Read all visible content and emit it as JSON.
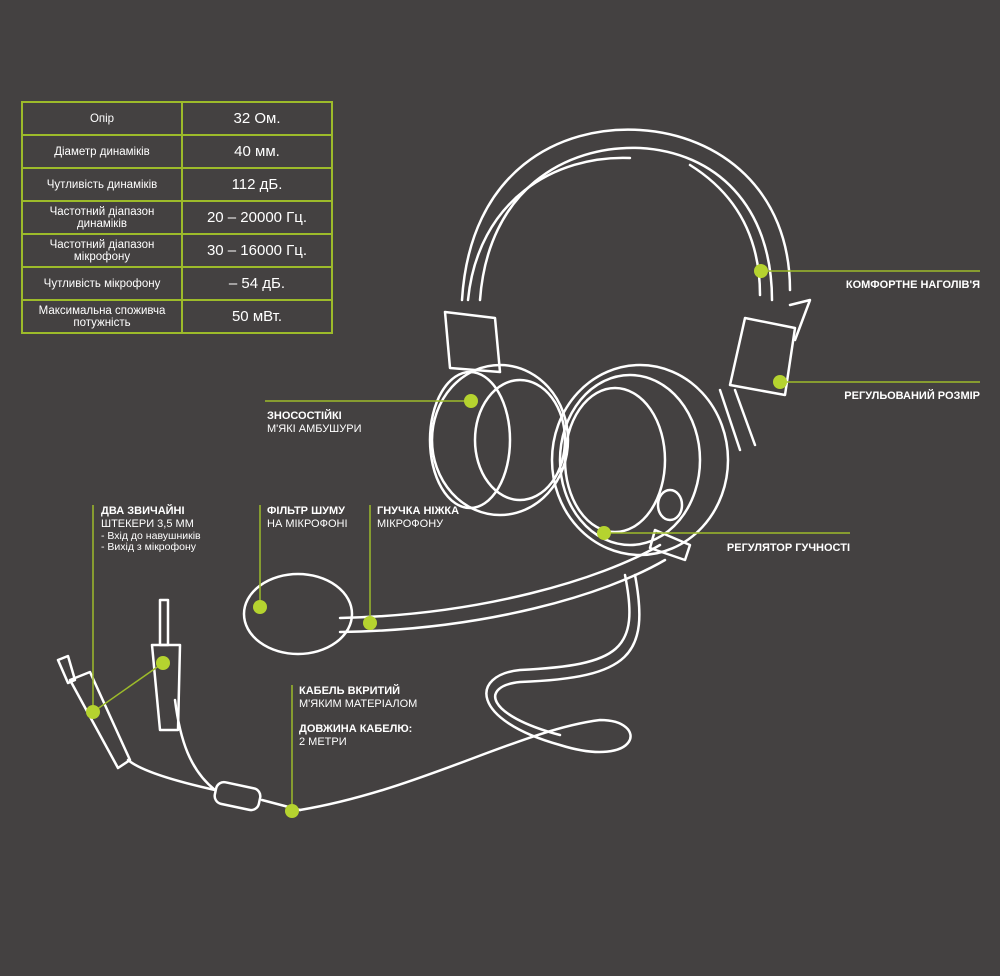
{
  "specs": [
    {
      "label": "Опір",
      "value": "32 Ом."
    },
    {
      "label": "Діаметр динаміків",
      "value": "40 мм."
    },
    {
      "label": "Чутливість динаміків",
      "value": "112 дБ."
    },
    {
      "label": "Частотний діапазон динаміків",
      "value": "20 – 20000 Гц."
    },
    {
      "label": "Частотний діапазон мікрофону",
      "value": "30 – 16000 Гц."
    },
    {
      "label": "Чутливість мікрофону",
      "value": "– 54 дБ."
    },
    {
      "label": "Максимальна споживча потужність",
      "value": "50 мВт."
    }
  ],
  "callouts": {
    "headband": {
      "title": "КОМФОРТНЕ НАГОЛІВ'Я"
    },
    "size": {
      "title": "РЕГУЛЬОВАНИЙ РОЗМІР"
    },
    "volume": {
      "title": "РЕГУЛЯТОР ГУЧНОСТІ"
    },
    "cushions": {
      "title": "ЗНОСОСТІЙКІ",
      "sub": "М'ЯКІ АМБУШУРИ"
    },
    "plugs": {
      "title": "ДВА ЗВИЧАЙНІ",
      "sub": "ШТЕКЕРИ 3,5 ММ",
      "items": [
        "- Вхід до навушників",
        "- Вихід з мікрофону"
      ]
    },
    "filter": {
      "title": "ФІЛЬТР ШУМУ",
      "sub": "НА МІКРОФОНІ"
    },
    "boom": {
      "title": "ГНУЧКА НІЖКА",
      "sub": "МІКРОФОНУ"
    },
    "cable": {
      "title": "КАБЕЛЬ ВКРИТИЙ",
      "sub": "М'ЯКИМ МАТЕРІАЛОМ",
      "title2": "ДОВЖИНА КАБЕЛЮ:",
      "sub2": "2 МЕТРИ"
    }
  },
  "colors": {
    "background": "#444141",
    "accent": "#b5d32f",
    "line": "#9dbb2a"
  }
}
